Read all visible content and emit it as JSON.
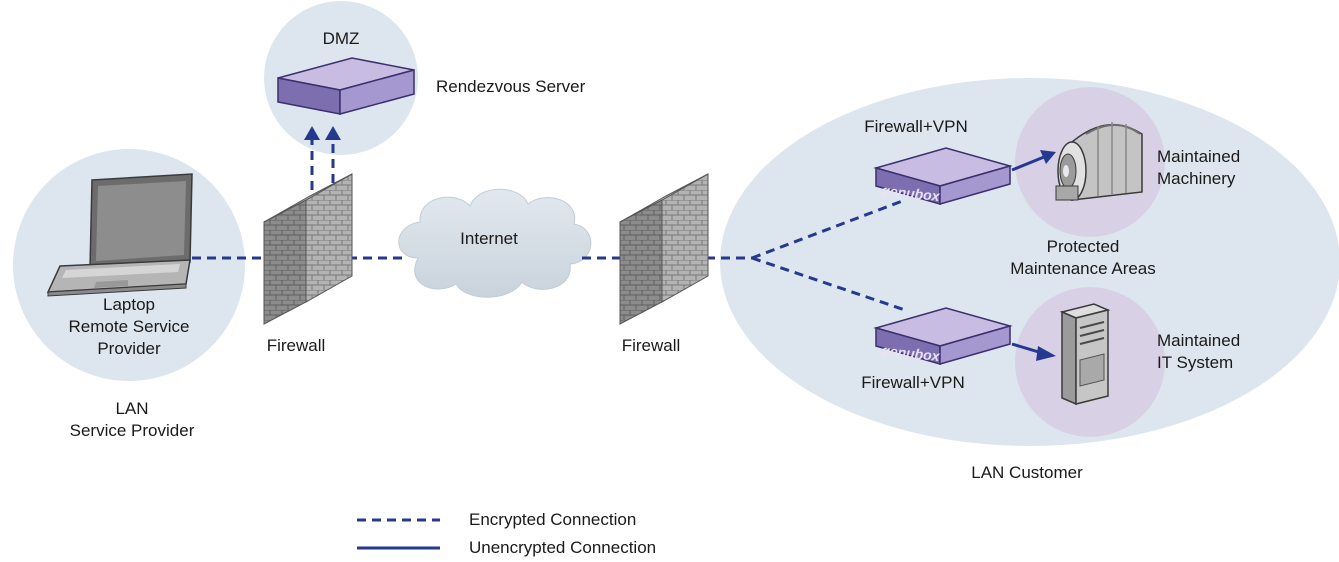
{
  "colors": {
    "zone_fill": "#dde6ee",
    "device_circle": "#d8d1e6",
    "link": "#24398f",
    "box_top": "#c8bce2",
    "box_front": "#7d6eb0",
    "firewall": "#9a9a9a"
  },
  "nodes": {
    "dmz": {
      "title": "DMZ",
      "server_label": "Rendezvous Server"
    },
    "laptop": {
      "line1": "Laptop",
      "line2": "Remote Service",
      "line3": "Provider"
    },
    "lan_provider": {
      "line1": "LAN",
      "line2": "Service Provider"
    },
    "firewall_left": {
      "label": "Firewall"
    },
    "firewall_right": {
      "label": "Firewall"
    },
    "internet": {
      "label": "Internet"
    },
    "vpn_top": {
      "label": "Firewall+VPN",
      "brand": "genubox"
    },
    "vpn_bottom": {
      "label": "Firewall+VPN",
      "brand": "genubox"
    },
    "machinery": {
      "line1": "Maintained",
      "line2": "Machinery"
    },
    "it_system": {
      "line1": "Maintained",
      "line2": "IT System"
    },
    "protected": {
      "line1": "Protected",
      "line2": "Maintenance Areas"
    },
    "lan_customer": {
      "label": "LAN Customer"
    }
  },
  "legend": {
    "encrypted": "Encrypted Connection",
    "unencrypted": "Unencrypted Connection"
  },
  "icons": [
    "laptop-icon",
    "server-box-icon",
    "firewall-icon",
    "cloud-icon",
    "machinery-icon",
    "tower-pc-icon",
    "genubox-icon"
  ]
}
